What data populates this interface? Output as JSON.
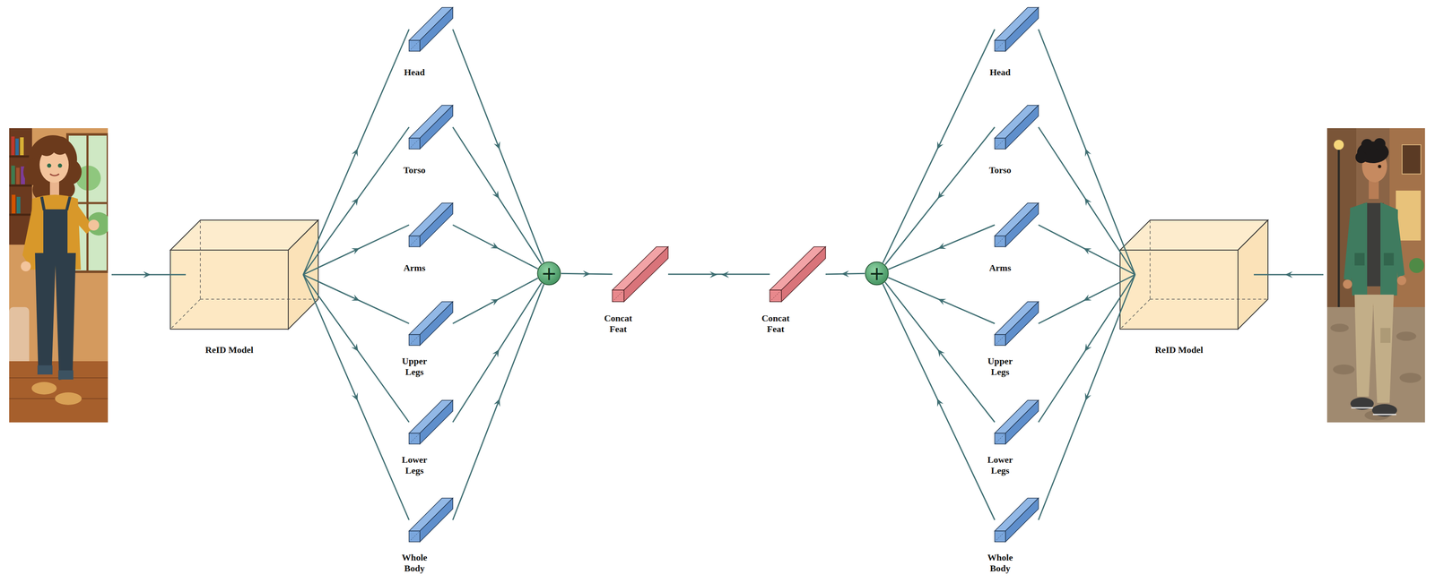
{
  "diagram": {
    "nodes": [
      {
        "text": [
          "ReID Model"
        ]
      },
      {
        "text": [
          "Head"
        ]
      },
      {
        "text": [
          "Torso"
        ]
      },
      {
        "text": [
          "Arms"
        ]
      },
      {
        "text": [
          "Upper Legs"
        ]
      },
      {
        "text": [
          "Lower Legs"
        ]
      },
      {
        "text": [
          "Whole Body"
        ]
      },
      {
        "text": [
          "+"
        ]
      },
      {
        "text": [
          "Concat Feat"
        ]
      },
      {
        "text": [
          "Concat Feat"
        ]
      },
      {
        "text": [
          "+"
        ]
      },
      {
        "text": [
          "Head"
        ]
      },
      {
        "text": [
          "Torso"
        ]
      },
      {
        "text": [
          "Arms"
        ]
      },
      {
        "text": [
          "Upper Legs"
        ]
      },
      {
        "text": [
          "Lower Legs"
        ]
      },
      {
        "text": [
          "Whole Body"
        ]
      },
      {
        "text": [
          "ReID Model"
        ]
      }
    ],
    "edges": [
      {
        "from": 0,
        "to": 1,
        "arrow": "to"
      },
      {
        "from": 0,
        "to": 2,
        "arrow": "to"
      },
      {
        "from": 0,
        "to": 3,
        "arrow": "to"
      },
      {
        "from": 0,
        "to": 4,
        "arrow": "to"
      },
      {
        "from": 0,
        "to": 5,
        "arrow": "to"
      },
      {
        "from": 0,
        "to": 6,
        "arrow": "to"
      },
      {
        "from": 1,
        "to": 7,
        "arrow": "to"
      },
      {
        "from": 2,
        "to": 7,
        "arrow": "to"
      },
      {
        "from": 3,
        "to": 7,
        "arrow": "to"
      },
      {
        "from": 4,
        "to": 7,
        "arrow": "to"
      },
      {
        "from": 5,
        "to": 7,
        "arrow": "to"
      },
      {
        "from": 6,
        "to": 7,
        "arrow": "to"
      },
      {
        "from": 7,
        "to": 8,
        "arrow": "to"
      },
      {
        "from": 8,
        "to": 9,
        "arrow": "none"
      },
      {
        "from": 17,
        "to": 11,
        "arrow": "to"
      },
      {
        "from": 17,
        "to": 12,
        "arrow": "to"
      },
      {
        "from": 17,
        "to": 13,
        "arrow": "to"
      },
      {
        "from": 17,
        "to": 14,
        "arrow": "to"
      },
      {
        "from": 17,
        "to": 15,
        "arrow": "to"
      },
      {
        "from": 17,
        "to": 16,
        "arrow": "to"
      },
      {
        "from": 11,
        "to": 10,
        "arrow": "to"
      },
      {
        "from": 12,
        "to": 10,
        "arrow": "to"
      },
      {
        "from": 13,
        "to": 10,
        "arrow": "to"
      },
      {
        "from": 14,
        "to": 10,
        "arrow": "to"
      },
      {
        "from": 15,
        "to": 10,
        "arrow": "to"
      },
      {
        "from": 16,
        "to": 10,
        "arrow": "to"
      },
      {
        "from": 10,
        "to": 9,
        "arrow": "to"
      }
    ]
  }
}
